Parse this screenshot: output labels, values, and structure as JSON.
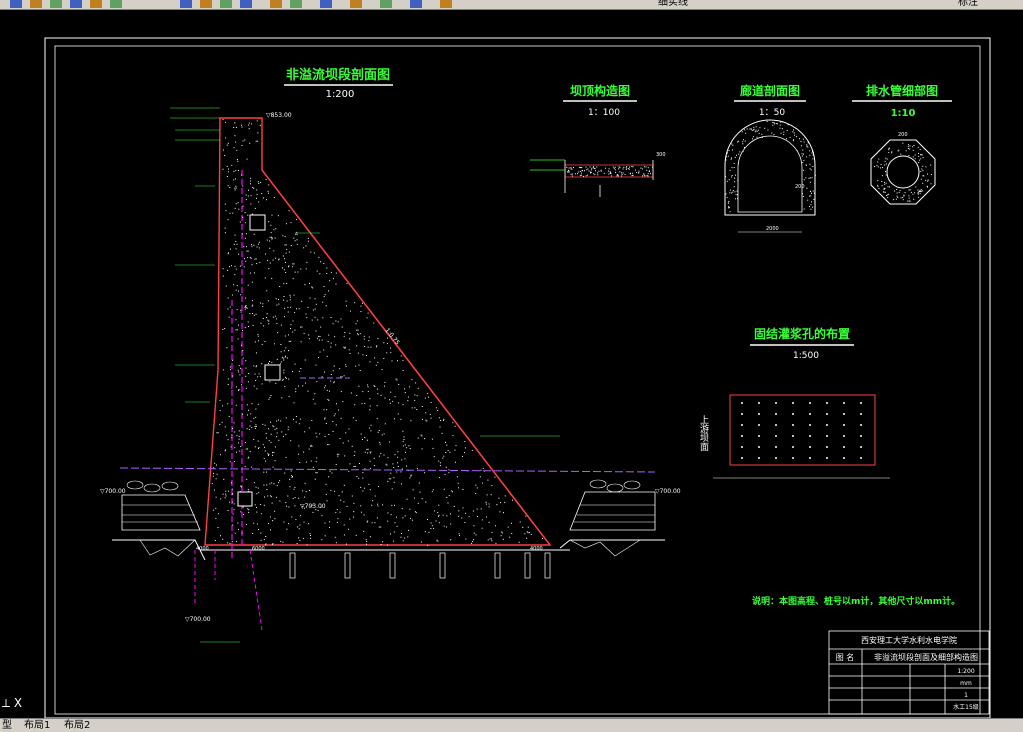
{
  "toolbar": {
    "layer_value": "细实线",
    "right_label": "标注",
    "button_icons": [
      "paste-icon",
      "match-icon",
      "undo-icon",
      "redo-icon",
      "pan-icon",
      "zoom-realtime-icon",
      "zoom-window-icon",
      "zoom-previous-icon",
      "properties-icon",
      "design-center-icon",
      "tool-palette-icon",
      "calculator-icon",
      "help-icon",
      "layer-manager-icon",
      "layer-state-icon",
      "color-icon",
      "linetype-icon"
    ]
  },
  "titles": {
    "main": "非溢流坝段剖面图",
    "main_scale": "1:200",
    "crest": "坝顶构造图",
    "crest_scale": "1：100",
    "gallery": "廊道剖面图",
    "gallery_scale": "1：50",
    "drain": "排水管细部图",
    "drain_scale": "1:10",
    "grout": "固结灌浆孔的布置",
    "grout_scale": "1:500",
    "grout_side": "上游坝面"
  },
  "note": "说明：本图高程、桩号以m计，其他尺寸以mm计。",
  "title_block": {
    "school": "西安理工大学水利水电学院",
    "label_name": "图 名",
    "drawing_name": "非溢流坝段剖面及细部构造图",
    "scale_value": "1:200",
    "unit_value": "mm",
    "sheet_value": "1",
    "class_value": "水工15级"
  },
  "dims": {
    "dim_4000": "4000",
    "dim_6000": "6000",
    "dim_2000": "2000",
    "dim_200": "200",
    "dim_300": "300",
    "gallery_w": "2000",
    "gallery_r": "200",
    "elev_crest": "▽853.00",
    "elev_ground_l": "▽700.00",
    "elev_ground_r": "▽700.00",
    "elev_base": "▽703.00",
    "elev_bottom": "▽700.00",
    "slope": "1:0.75"
  },
  "tabs": {
    "model": "型",
    "layout1": "布局1",
    "layout2": "布局2"
  }
}
